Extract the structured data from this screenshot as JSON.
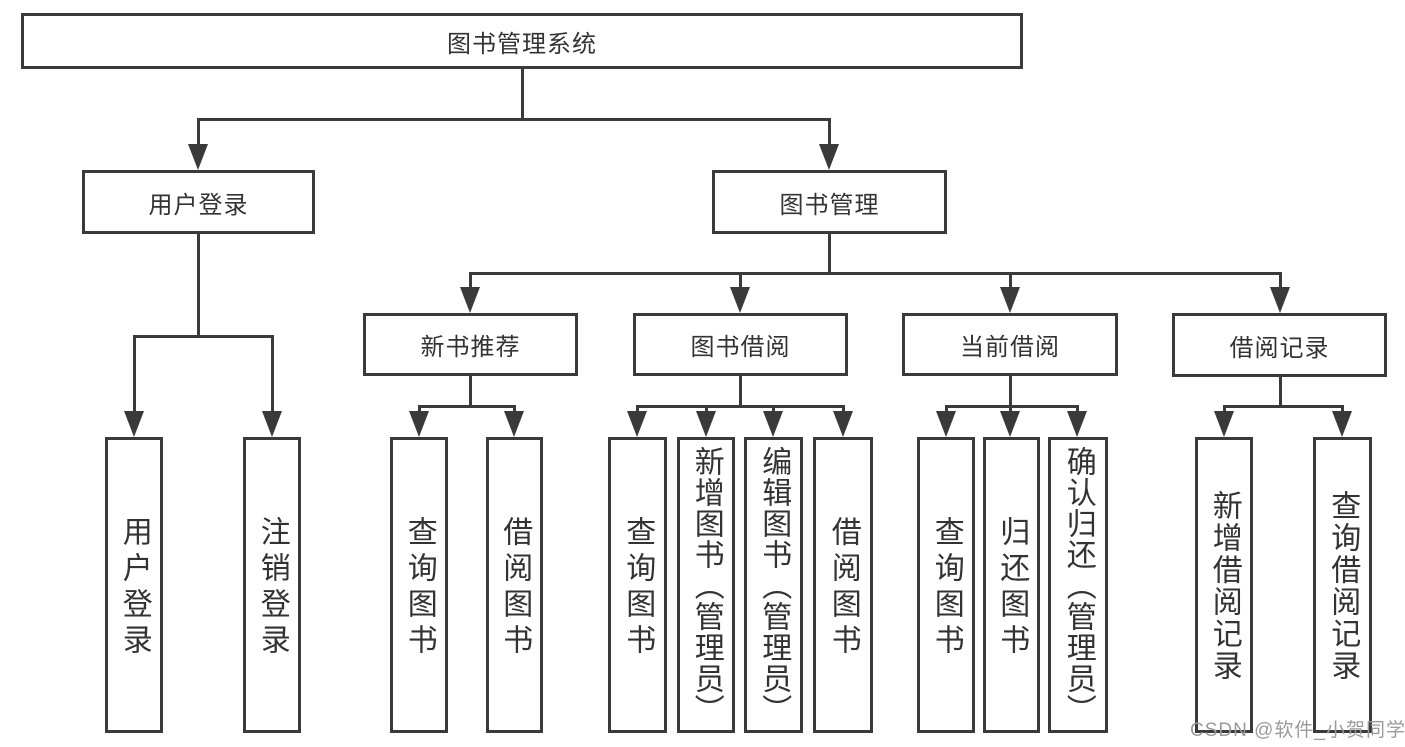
{
  "diagram": {
    "root": {
      "label": "图书管理系统"
    },
    "level2": {
      "user_login": {
        "label": "用户登录"
      },
      "book_mgmt": {
        "label": "图书管理"
      }
    },
    "level3": {
      "new_book_rec": {
        "label": "新书推荐"
      },
      "book_borrow": {
        "label": "图书借阅"
      },
      "current_borrow": {
        "label": "当前借阅"
      },
      "borrow_records": {
        "label": "借阅记录"
      }
    },
    "leaves": {
      "user_login_leaf": {
        "label": "用户登录"
      },
      "logout": {
        "label": "注销登录"
      },
      "rec_query": {
        "label": "查询图书"
      },
      "rec_borrow": {
        "label": "借阅图书"
      },
      "bor_query": {
        "label": "查询图书"
      },
      "bor_add": {
        "label": "新增图书（管理员）"
      },
      "bor_edit": {
        "label": "编辑图书（管理员）"
      },
      "bor_borrow": {
        "label": "借阅图书"
      },
      "cur_query": {
        "label": "查询图书"
      },
      "cur_return": {
        "label": "归还图书"
      },
      "cur_confirm": {
        "label": "确认归还（管理员）"
      },
      "recd_add": {
        "label": "新增借阅记录"
      },
      "recd_query": {
        "label": "查询借阅记录"
      }
    }
  },
  "watermark": {
    "text": "CSDN @软件_小贺同学"
  },
  "colors": {
    "line": "#3a3a3a",
    "box_border": "#3a3a3a",
    "box_fill": "#ffffff",
    "text": "#333333",
    "watermark_text": "#9b9b9b",
    "background": "#ffffff"
  }
}
